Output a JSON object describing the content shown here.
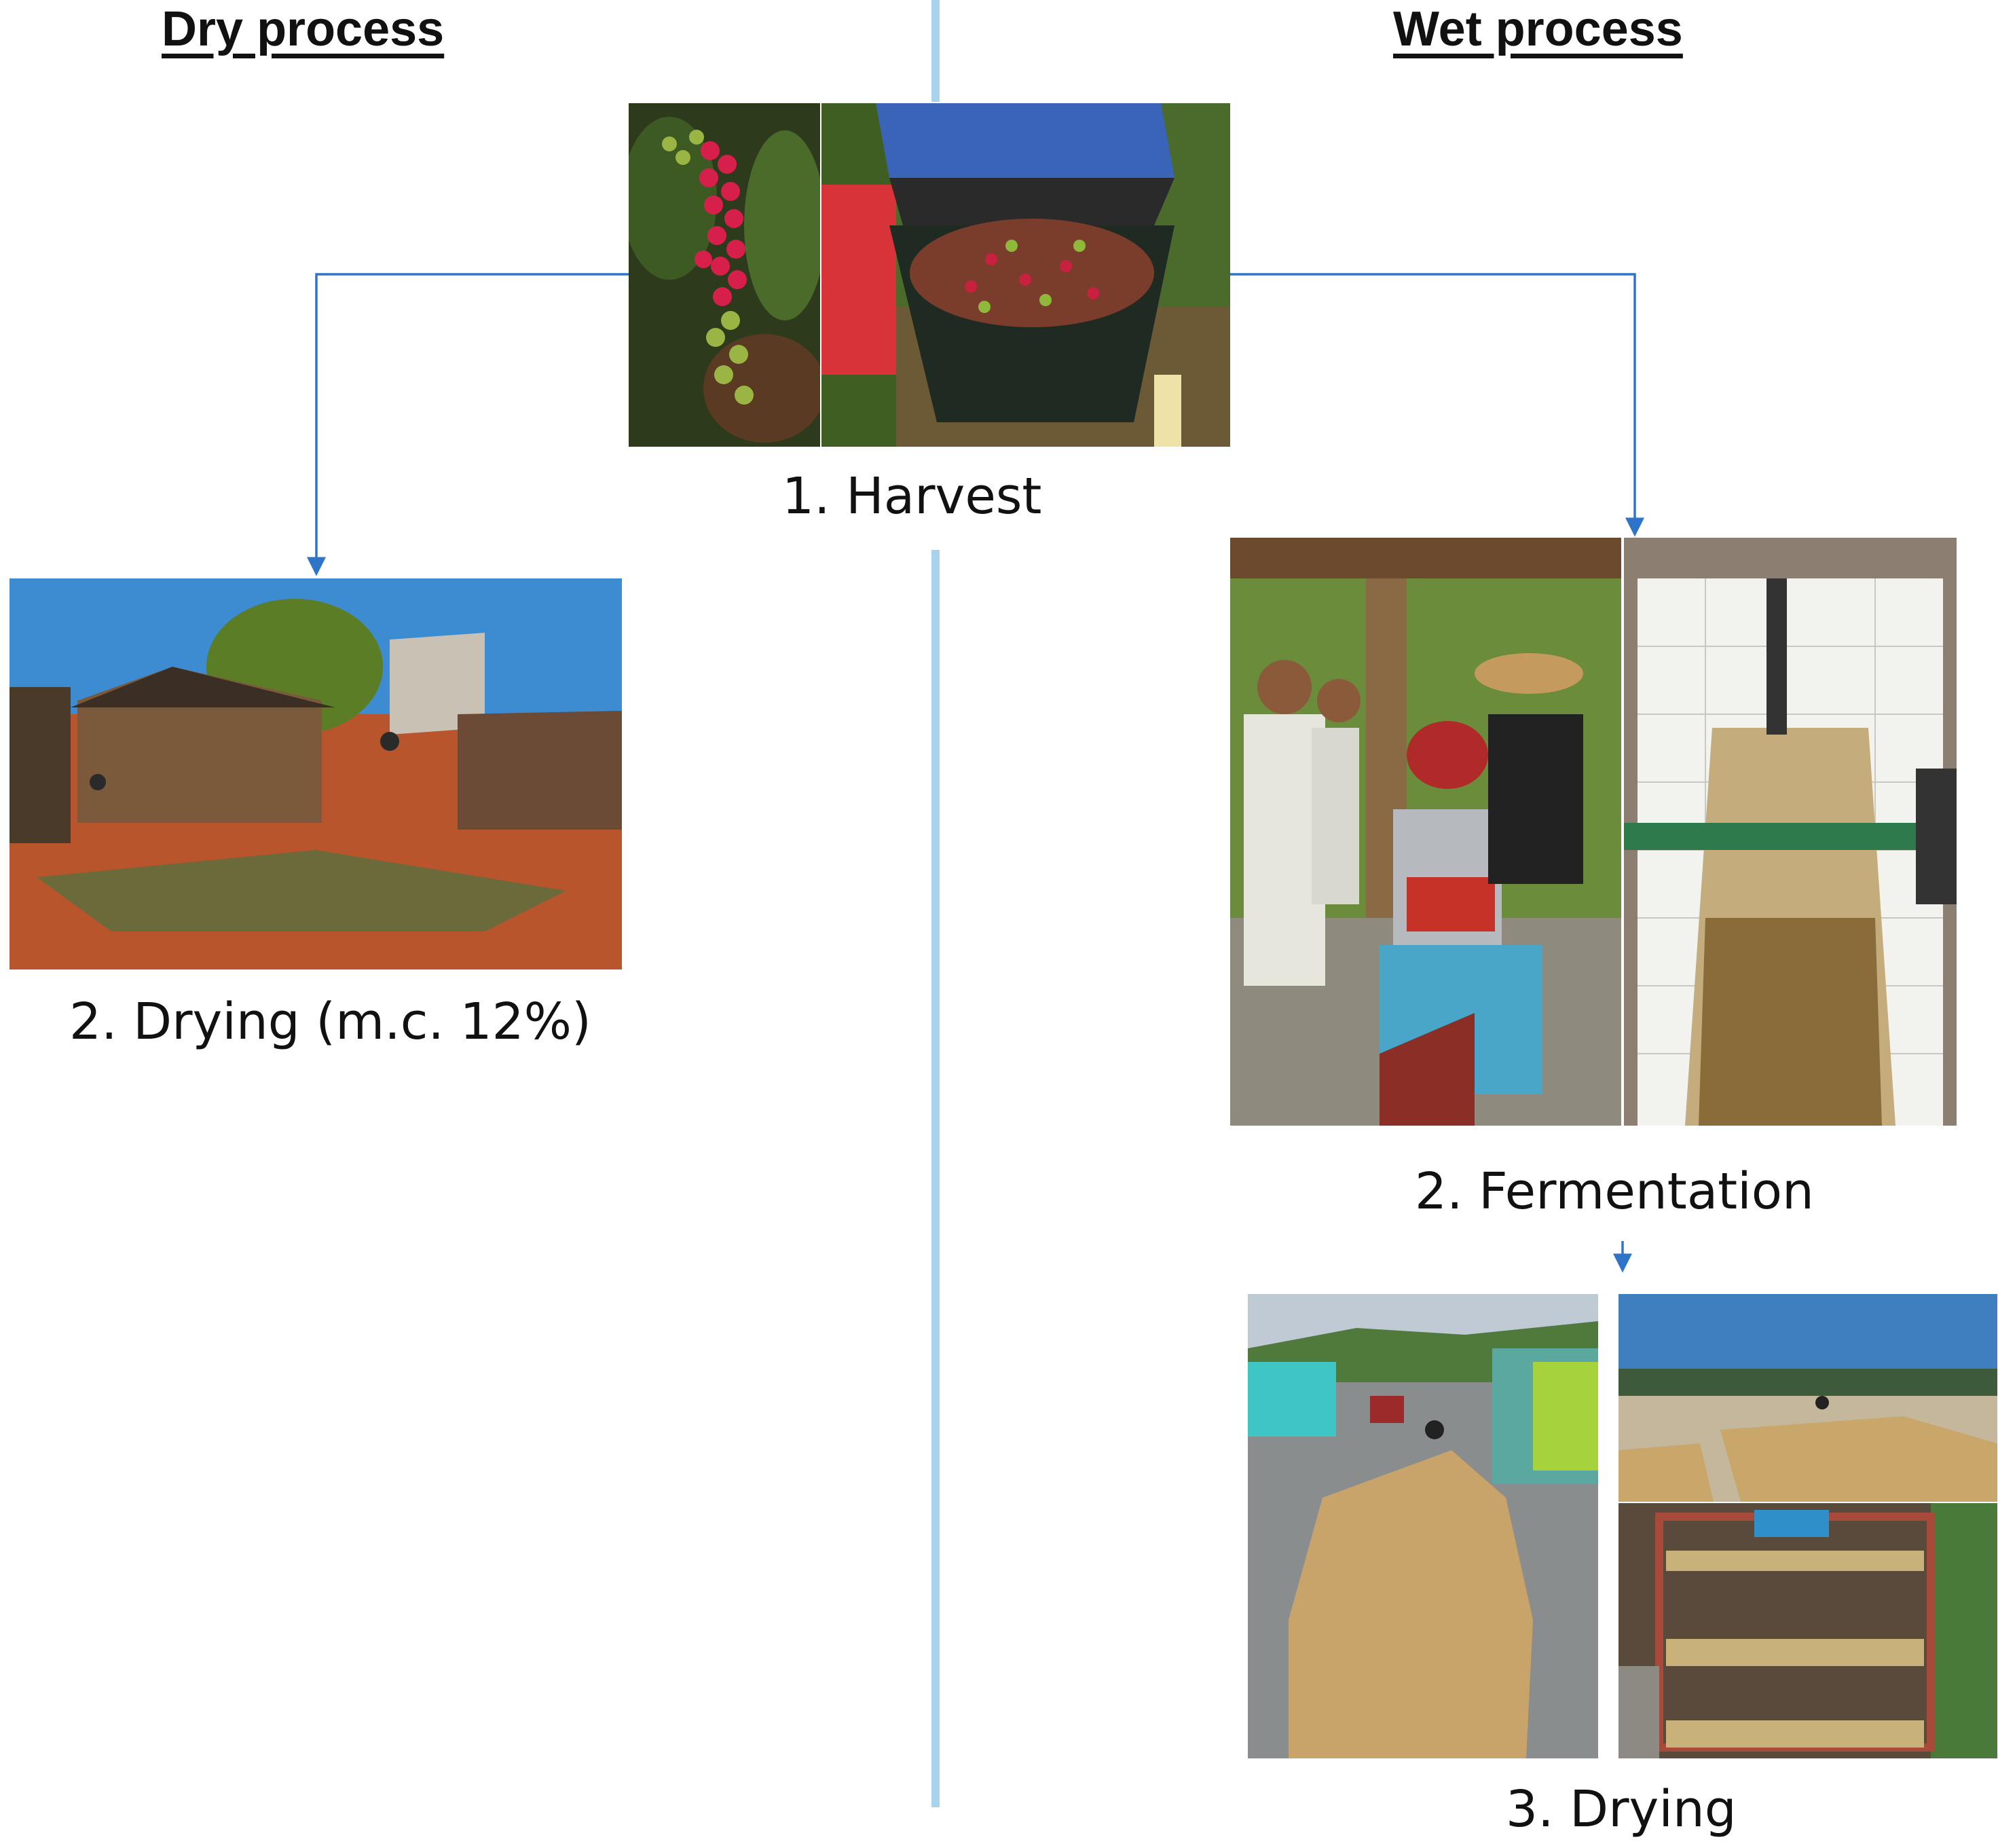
{
  "headings": {
    "dry": "Dry process",
    "wet": "Wet process"
  },
  "steps": {
    "harvest": "1. Harvest",
    "dry_drying": "2. Drying (m.c. 12%)",
    "fermentation": "2. Fermentation",
    "wet_drying": "3. Drying"
  },
  "colors": {
    "divider": "#a9d3ec",
    "arrow": "#2e75c9",
    "text": "#111111"
  }
}
